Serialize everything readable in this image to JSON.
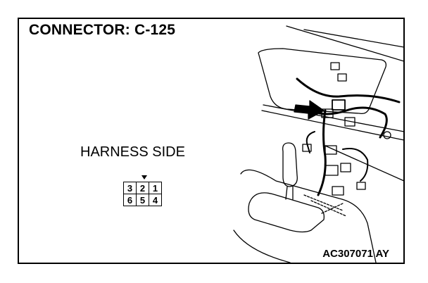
{
  "title": "CONNECTOR: C-125",
  "harness_label": "HARNESS SIDE",
  "connector_pins": {
    "top_row": [
      "3",
      "2",
      "1"
    ],
    "bottom_row": [
      "6",
      "5",
      "4"
    ]
  },
  "figure_code": "AC307071 AY",
  "colors": {
    "line": "#000000",
    "background": "#ffffff"
  }
}
